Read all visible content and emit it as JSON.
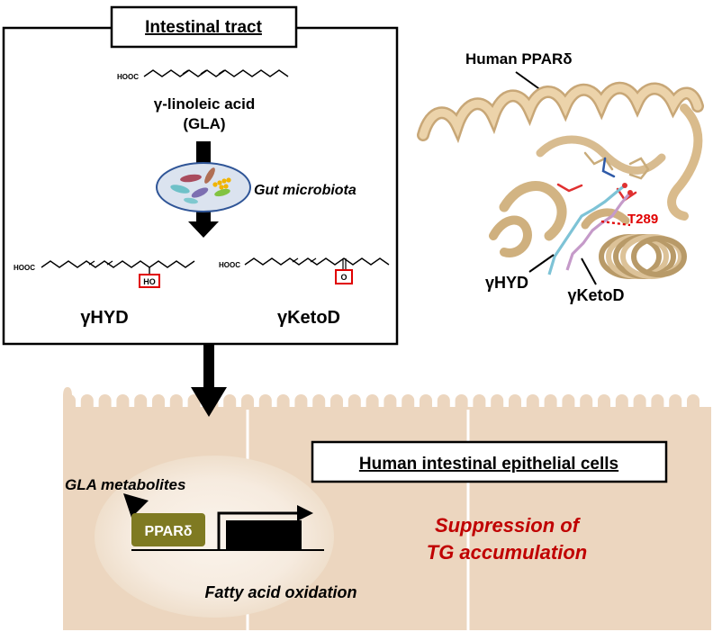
{
  "intestinal_tract": {
    "title": "Intestinal tract",
    "precursor": {
      "acid_group": "HOOC",
      "name": "γ-linoleic acid",
      "abbr": "(GLA)"
    },
    "microbiota_label": "Gut microbiota",
    "products": [
      {
        "name": "γHYD",
        "acid_group": "HOOC",
        "functional_group": "HO"
      },
      {
        "name": "γKetoD",
        "acid_group": "HOOC",
        "functional_group": "O"
      }
    ]
  },
  "structure": {
    "protein_label": "Human PPARδ",
    "residue_label": "T289",
    "ligand_labels": [
      "γHYD",
      "γKetoD"
    ]
  },
  "epithelium": {
    "title": "Human intestinal epithelial cells",
    "metabolites_label": "GLA metabolites",
    "receptor_label": "PPARδ",
    "process_label": "Fatty acid oxidation",
    "outcome_line1": "Suppression of",
    "outcome_line2": "TG accumulation"
  },
  "colors": {
    "cell_fill": "#ecd6bf",
    "receptor_fill": "#7f7a22",
    "outcome_text": "#c00000",
    "protein_ribbon": "#e2c59a",
    "highlight_box": "#e00000"
  }
}
